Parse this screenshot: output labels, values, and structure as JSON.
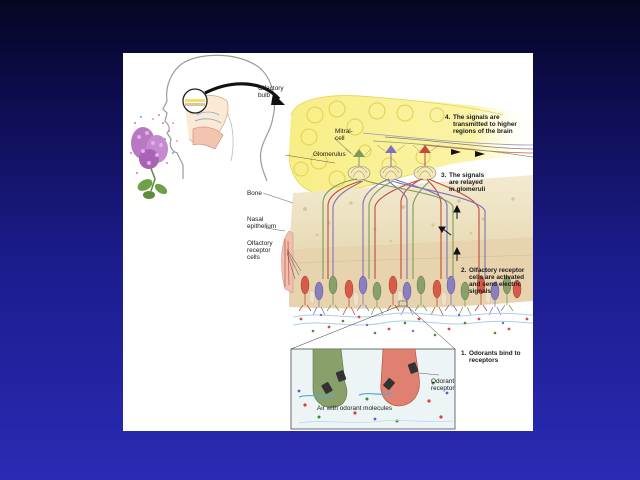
{
  "labels": {
    "olfactory_bulb": [
      "Olfactory",
      "bulb"
    ],
    "mitral_cell": [
      "Mitral-",
      "cell"
    ],
    "glomerulus": "Glomerulus",
    "bone": "Bone",
    "nasal_epithelium": [
      "Nasal",
      "epithelium"
    ],
    "olfactory_receptor_cells": [
      "Olfactory",
      "receptor",
      "cells"
    ],
    "odorant_receptor": [
      "Odorant",
      "receptor"
    ],
    "air_with_odorant_molecules": "Air with odorant molecules"
  },
  "steps": [
    {
      "number": "1.",
      "lines": [
        "Odorants bind to",
        "receptors"
      ]
    },
    {
      "number": "2.",
      "lines": [
        "Olfactory receptor",
        "cells are activated",
        "and send electric",
        "signals"
      ]
    },
    {
      "number": "3.",
      "lines": [
        "The signals",
        "are relayed",
        "in glomeruli"
      ]
    },
    {
      "number": "4.",
      "lines": [
        "The signals are",
        "transmitted to higher",
        "regions of the brain"
      ]
    }
  ],
  "colors": {
    "bulb": "#f7ea7a",
    "bone": "#efe4c4",
    "epithelium": "#e7d4ae",
    "green_cell": "#8aa06a",
    "red_cell": "#d85a48",
    "purple_cell": "#8c7fc0",
    "odorant_box_bg": "#ecf4f6"
  }
}
